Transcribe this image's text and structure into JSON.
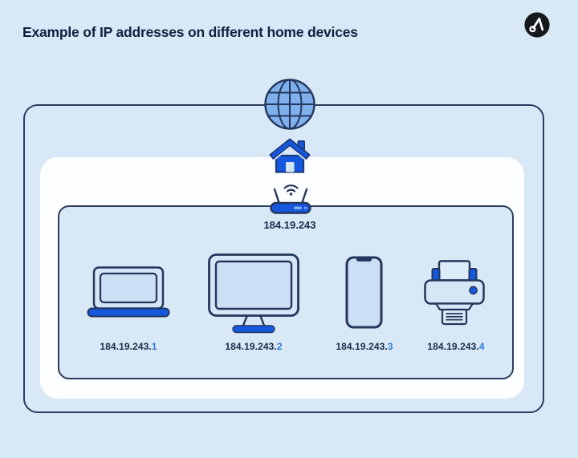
{
  "header": {
    "title": "Example of IP addresses on different home devices",
    "brand_logo": "brand-a-logo"
  },
  "internet": {
    "icon": "globe-icon"
  },
  "home": {
    "icon": "house-icon"
  },
  "router": {
    "icon": "wifi-router-icon",
    "ip": "184.19.243"
  },
  "devices": [
    {
      "name": "laptop",
      "icon": "laptop-icon",
      "ip_base": "184.19.243.",
      "ip_suffix": "1"
    },
    {
      "name": "desktop-computer",
      "icon": "desktop-monitor-icon",
      "ip_base": "184.19.243.",
      "ip_suffix": "2"
    },
    {
      "name": "smartphone",
      "icon": "smartphone-icon",
      "ip_base": "184.19.243.",
      "ip_suffix": "3"
    },
    {
      "name": "printer",
      "icon": "printer-icon",
      "ip_base": "184.19.243.",
      "ip_suffix": "4"
    }
  ],
  "colors": {
    "background": "#d8e8f6",
    "card": "#fdfeff",
    "outline_navy": "#2b3c5f",
    "accent_blue": "#1558e0",
    "globe_fill": "#7fb0ec",
    "device_fill": "#d6e6f7",
    "screen_fill": "#cbdff5",
    "text_navy": "#1c2b49",
    "ip_suffix_blue": "#2e7ad8",
    "logo_bg": "#15181d"
  }
}
